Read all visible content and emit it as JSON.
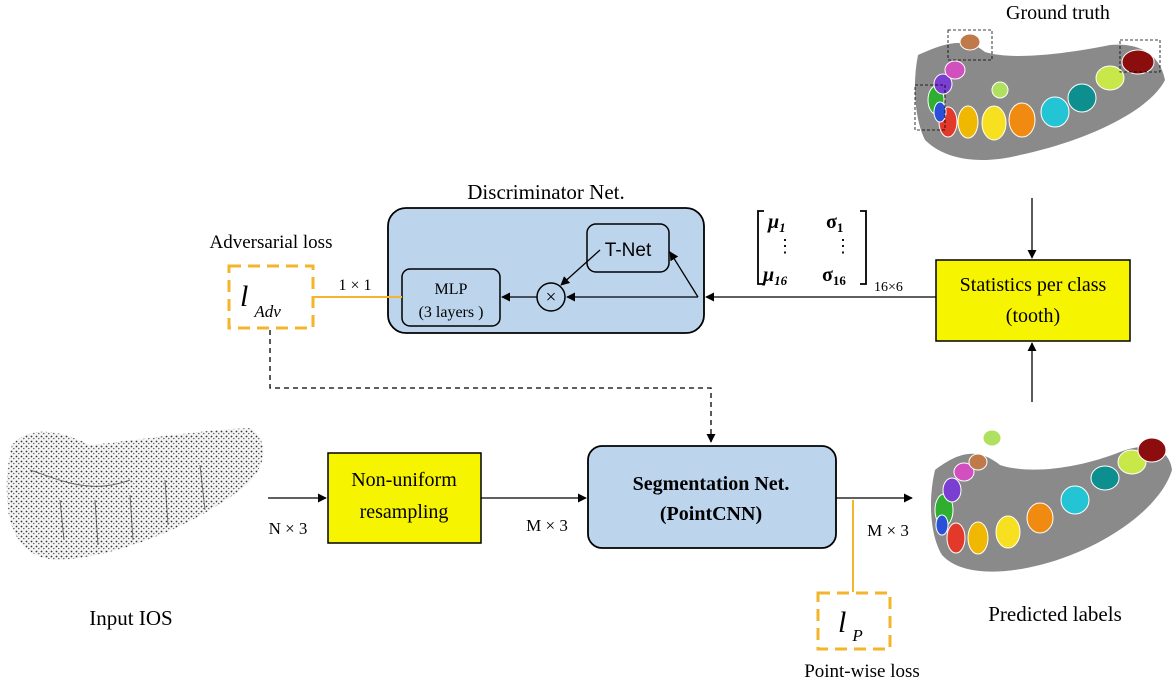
{
  "colors": {
    "net_fill": "#bcd5ed",
    "stat_fill": "#f7f400",
    "loss_dash": "#f2b52b",
    "line": "#000000",
    "mesh_gray": "#9a9a9a",
    "point_cloud": "#333333"
  },
  "labels": {
    "ground_truth": "Ground truth",
    "discriminator_title": "Discriminator Net.",
    "adversarial_loss": "Adversarial loss",
    "loss_adv_l": "l",
    "loss_adv_sub": "Adv",
    "size_1x1": "1 × 1",
    "mlp_line1": "MLP",
    "mlp_line2": "(3 layers )",
    "tnet": "T-Net",
    "multiply": "×",
    "matrix": {
      "mu1": "μ",
      "mu1_sub": "1",
      "sigma1": "σ",
      "sigma1_sub": "1",
      "dots": "⋮",
      "mu16": "μ",
      "mu16_sub": "16",
      "sigma16": "σ",
      "sigma16_sub": "16",
      "dim": "16×6"
    },
    "stats_line1": "Statistics per class",
    "stats_line2": "(tooth)",
    "input_ios": "Input IOS",
    "n3": "N × 3",
    "resample_line1": "Non-uniform",
    "resample_line2": "resampling",
    "m3_left": "M × 3",
    "seg_line1": "Segmentation Net.",
    "seg_line2": "(PointCNN)",
    "m3_right": "M × 3",
    "predicted_labels": "Predicted labels",
    "loss_p_l": "l",
    "loss_p_sub": "P",
    "pointwise_loss": "Point-wise loss"
  },
  "tooth_colors": [
    "#e3392b",
    "#f0b800",
    "#f7e020",
    "#f08a10",
    "#23c4d4",
    "#0e8f8f",
    "#c8e84a",
    "#8b0d0d",
    "#2fae2f",
    "#7a3fd0",
    "#d24fc0",
    "#c07a4a",
    "#2a4fd8",
    "#b0e060"
  ]
}
